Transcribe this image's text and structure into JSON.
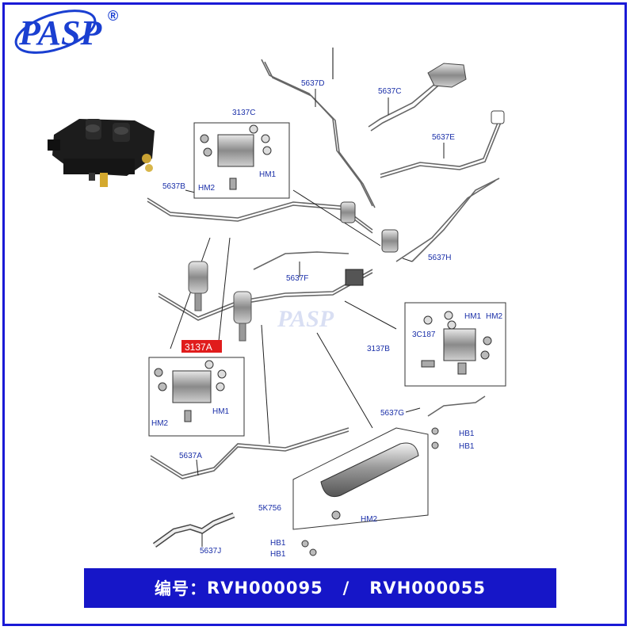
{
  "logo": {
    "text": "PASP",
    "registered": "®",
    "color": "#1a3fd1"
  },
  "watermark": {
    "text": "PASP"
  },
  "labels": {
    "p5637D": "5637D",
    "p5637C": "5637C",
    "p3137C": "3137C",
    "p5637E": "5637E",
    "p5637B": "5637B",
    "hm1_c": "HM1",
    "hm2_c": "HM2",
    "p5637H": "5637H",
    "p5637F": "5637F",
    "p3137A": "3137A",
    "hm1_a": "HM1",
    "hm2_a": "HM2",
    "p3137B": "3137B",
    "p3C187": "3C187",
    "hm1_b": "HM1",
    "hm2_b": "HM2",
    "p5637G": "5637G",
    "hb1_a": "HB1",
    "hb1_b": "HB1",
    "p5637A": "5637A",
    "p5K756": "5K756",
    "hm2_tank": "HM2",
    "p5637J": "5637J",
    "hb1_c": "HB1",
    "hb1_d": "HB1"
  },
  "footer": {
    "prefix": "编号：",
    "code1": "RVH000095",
    "separator": "   /   ",
    "code2": "RVH000055"
  },
  "colors": {
    "frame": "#1a1ad6",
    "footer_bg": "#1616c8",
    "label": "#1a2fa8",
    "highlight": "#e01c1c"
  }
}
